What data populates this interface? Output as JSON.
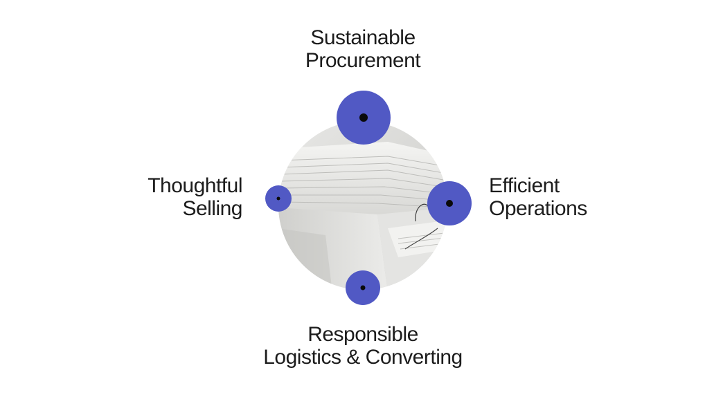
{
  "colors": {
    "node_fill": "#5159c4",
    "node_center": "#0a0a0a",
    "photo_base": "#d9d9d7"
  },
  "nodes": [
    {
      "key": "top",
      "lines": [
        "Sustainable",
        "Procurement"
      ]
    },
    {
      "key": "right",
      "lines": [
        "Efficient",
        "Operations"
      ]
    },
    {
      "key": "left",
      "lines": [
        "Thoughtful",
        "Selling"
      ]
    },
    {
      "key": "bottom",
      "lines": [
        "Responsible",
        "Logistics & Converting"
      ]
    }
  ],
  "center_image": {
    "icon": "paper-stack-photo"
  }
}
